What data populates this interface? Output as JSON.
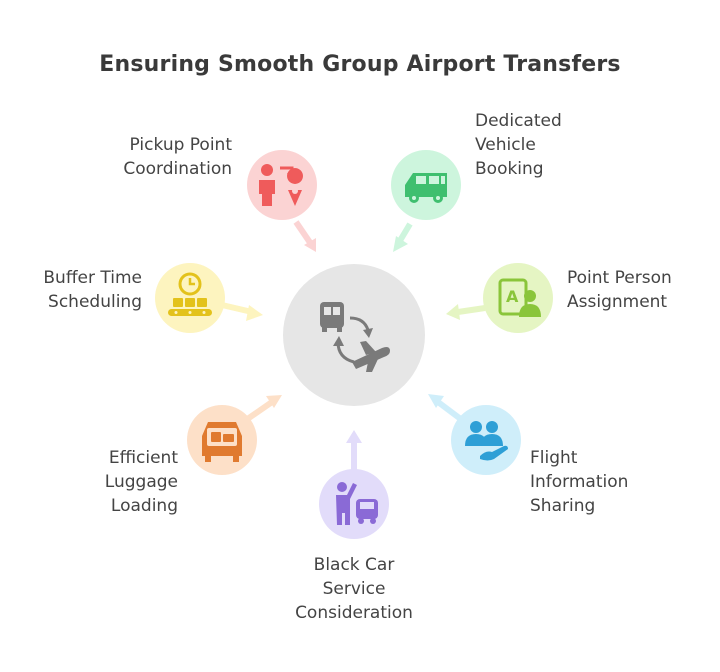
{
  "title": "Ensuring Smooth Group Airport Transfers",
  "hub": {
    "icon": "bus-to-airplane-icon",
    "color": "#e6e6e6"
  },
  "nodes": [
    {
      "id": "pickup",
      "lines": [
        "Pickup Point",
        "Coordination"
      ],
      "icon": "person-location-icon",
      "color": "#fbd3d3",
      "icon_color": "#ef5b5b"
    },
    {
      "id": "vehicle",
      "lines": [
        "Dedicated",
        "Vehicle",
        "Booking"
      ],
      "icon": "van-icon",
      "color": "#cdf5dd",
      "icon_color": "#3fbf6f"
    },
    {
      "id": "point-person",
      "lines": [
        "Point Person",
        "Assignment"
      ],
      "icon": "id-card-person-icon",
      "color": "#e5f5c3",
      "icon_color": "#8ac53a"
    },
    {
      "id": "flight-info",
      "lines": [
        "Flight",
        "Information",
        "Sharing"
      ],
      "icon": "people-hand-icon",
      "color": "#cfeefa",
      "icon_color": "#2e9fd6"
    },
    {
      "id": "black-car",
      "lines": [
        "Black Car",
        "Service",
        "Consideration"
      ],
      "icon": "person-hailing-car-icon",
      "color": "#e2dcfa",
      "icon_color": "#8a6ad6"
    },
    {
      "id": "luggage",
      "lines": [
        "Efficient",
        "Luggage",
        "Loading"
      ],
      "icon": "car-trunk-luggage-icon",
      "color": "#fde0c8",
      "icon_color": "#e07a2f"
    },
    {
      "id": "buffer",
      "lines": [
        "Buffer Time",
        "Scheduling"
      ],
      "icon": "clock-conveyor-icon",
      "color": "#fdf4bf",
      "icon_color": "#e3c21b"
    }
  ]
}
